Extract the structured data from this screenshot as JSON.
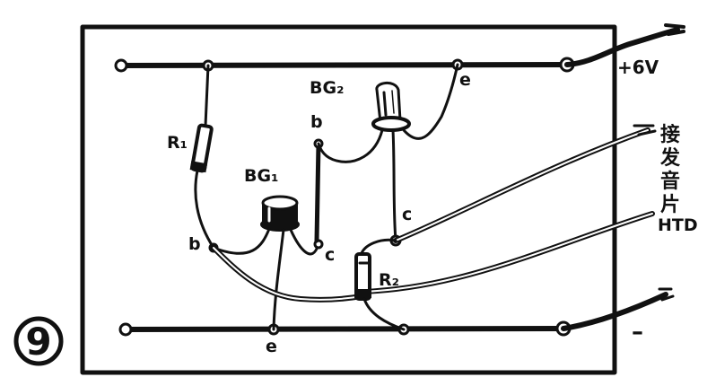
{
  "figure_number": "9",
  "labels": {
    "r1": "R₁",
    "r2": "R₂",
    "bg1": "BG₁",
    "bg2": "BG₂",
    "plus6v": "+6V",
    "minus": "–",
    "htd": "HTD",
    "jie": "接",
    "fa": "发",
    "yin": "音",
    "pian": "片",
    "bg1_b": "b",
    "bg1_c": "c",
    "bg1_e": "e",
    "bg2_b": "b",
    "bg2_c": "c",
    "bg2_e": "e"
  }
}
